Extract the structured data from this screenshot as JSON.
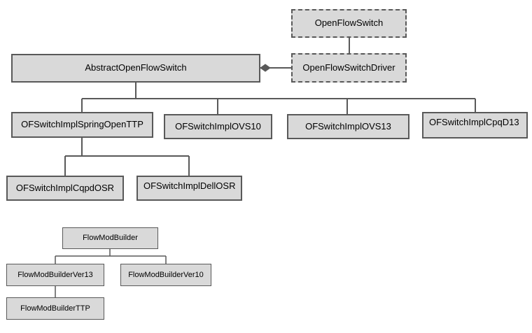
{
  "top_diagram": {
    "open_flow_switch": "OpenFlowSwitch",
    "open_flow_switch_driver": "OpenFlowSwitchDriver",
    "abstract_open_flow_switch": "AbstractOpenFlowSwitch",
    "impl_spring_open_ttp": "OFSwitchImplSpringOpenTTP",
    "impl_ovs10": "OFSwitchImplOVS10",
    "impl_ovs13": "OFSwitchImplOVS13",
    "impl_cpqd13": "OFSwitchImplCpqD13",
    "impl_cqpd_osr": "OFSwitchImplCqpdOSR",
    "impl_dell_osr": "OFSwitchImplDellOSR"
  },
  "bottom_diagram": {
    "flow_mod_builder": "FlowModBuilder",
    "flow_mod_builder_ver13": "FlowModBuilderVer13",
    "flow_mod_builder_ver10": "FlowModBuilderVer10",
    "flow_mod_builder_ttp": "FlowModBuilderTTP"
  },
  "colors": {
    "box_fill": "#d9d9d9",
    "box_border": "#595959",
    "connector": "#595959",
    "background": "#ffffff"
  }
}
